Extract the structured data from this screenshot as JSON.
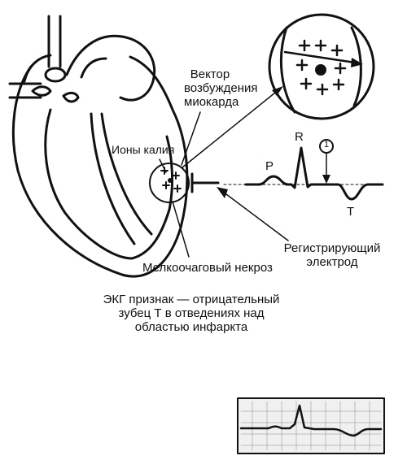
{
  "labels": {
    "vector": "Вектор\nвозбуждения\nмиокарда",
    "potassium": "Ионы калия",
    "electrode": "Регистрирующий\nэлектрод",
    "necrosis": "Мелкоочаговый некроз",
    "sign": "ЭКГ признак — отрицательный\nзубец Т в отведениях над\nобластью инфаркта"
  },
  "ecg_waves": {
    "p": "P",
    "r": "R",
    "t": "T",
    "marker": "1"
  },
  "colors": {
    "ink": "#111111",
    "paper": "#ffffff",
    "strip": "#f0f0f0"
  }
}
